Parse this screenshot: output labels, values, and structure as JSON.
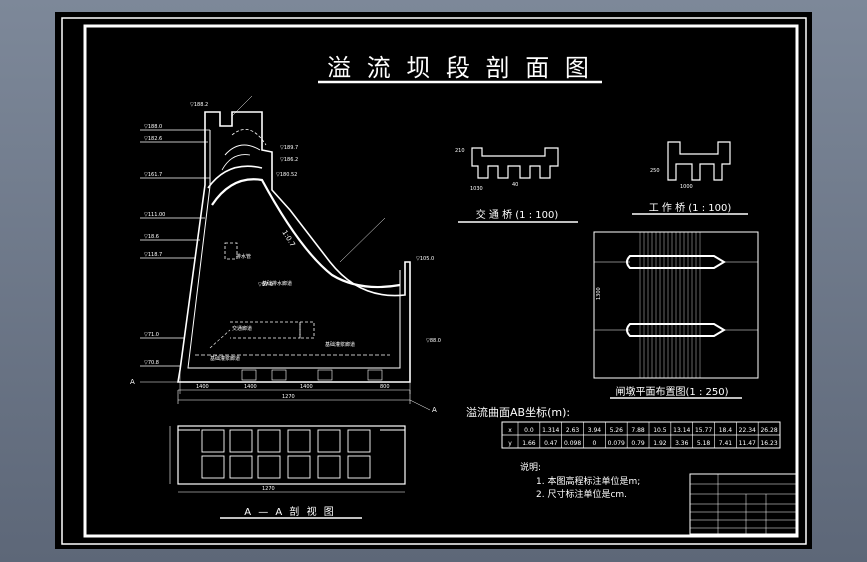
{
  "title": "溢 流 坝 段 剖 面 图",
  "views": {
    "bridge": "交 通 桥 (1 : 100)",
    "work_bridge": "工 作 桥 (1 : 100)",
    "pier_plan": "闸墩平面布置图(1 : 250)",
    "section_aa": "A — A  剖 视 图"
  },
  "coord_table": {
    "title": "溢流曲面AB坐标(m):",
    "x_label": "x",
    "y_label": "y",
    "x": [
      "0.0",
      "1.314",
      "2.63",
      "3.94",
      "5.26",
      "7.88",
      "10.5",
      "13.14",
      "15.77",
      "18.4",
      "22.34",
      "26.28"
    ],
    "y": [
      "1.66",
      "0.47",
      "0.098",
      "0",
      "0.079",
      "0.79",
      "1.92",
      "3.36",
      "5.18",
      "7.41",
      "11.47",
      "16.23"
    ]
  },
  "notes": {
    "heading": "说明:",
    "items": [
      "1. 本图高程标注单位是m;",
      "2. 尺寸标注单位是cm."
    ]
  },
  "section_labels": {
    "a_left": "A",
    "a_right": "A",
    "slope": "1:0.7"
  },
  "colors": {
    "sheet_bg": "#000000",
    "line": "#ffffff",
    "viewport_bg": "#6b7586"
  }
}
